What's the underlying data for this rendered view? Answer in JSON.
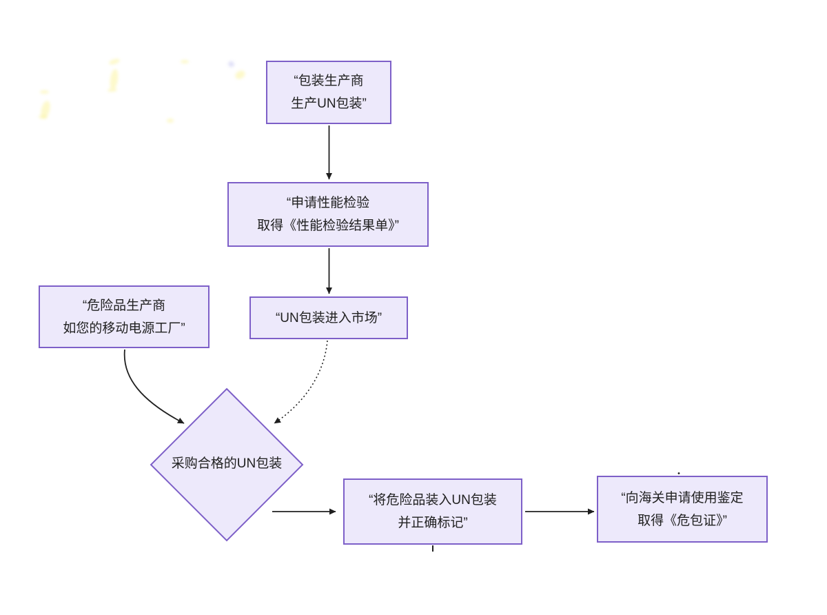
{
  "diagram": {
    "type": "flowchart",
    "background": "#ffffff",
    "style": {
      "node_fill": "#EDE9FB",
      "node_border": "#7D5FC8",
      "text_color": "#212121",
      "arrow_color": "#1f1f1f"
    },
    "nodes": {
      "packaging_producer": {
        "shape": "rect",
        "line1": "“包装生产商",
        "line2": "生产UN包装”"
      },
      "performance_inspection": {
        "shape": "rect",
        "line1": "“申请性能检验",
        "line2": "取得《性能检验结果单》”"
      },
      "market_entry": {
        "shape": "rect",
        "line1": "“UN包装进入市场”"
      },
      "dg_manufacturer": {
        "shape": "rect",
        "line1": "“危险品生产商",
        "line2": "如您的移动电源工厂”"
      },
      "purchase_decision": {
        "shape": "diamond",
        "line1": "采购合格的UN包装"
      },
      "fill_and_mark": {
        "shape": "rect",
        "line1": "“将危险品装入UN包装",
        "line2": "并正确标记”"
      },
      "customs_certificate": {
        "shape": "rect",
        "line1": "“向海关申请使用鉴定",
        "line2": "取得《危包证》”"
      }
    },
    "edges": [
      {
        "from": "packaging_producer",
        "to": "performance_inspection",
        "style": "solid",
        "arrow": "arrowhead"
      },
      {
        "from": "performance_inspection",
        "to": "market_entry",
        "style": "solid",
        "arrow": "arrowhead"
      },
      {
        "from": "market_entry",
        "to": "purchase_decision",
        "style": "dotted",
        "arrow": "arrowhead"
      },
      {
        "from": "dg_manufacturer",
        "to": "purchase_decision",
        "style": "solid",
        "arrow": "arrowhead"
      },
      {
        "from": "purchase_decision",
        "to": "fill_and_mark",
        "style": "solid",
        "arrow": "arrowhead"
      },
      {
        "from": "fill_and_mark",
        "to": "customs_certificate",
        "style": "solid",
        "arrow": "arrowhead"
      }
    ]
  }
}
